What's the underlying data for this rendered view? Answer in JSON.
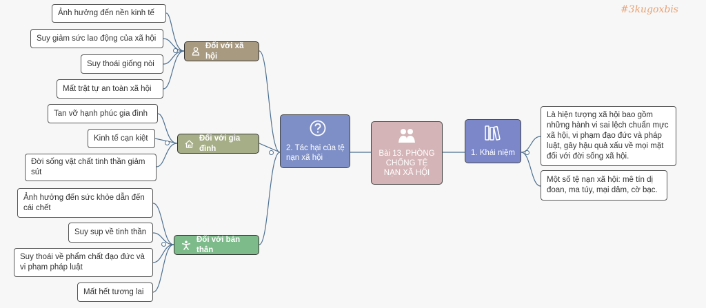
{
  "watermark": "#3kugoxbis",
  "root": {
    "label": "Bài 13. PHÒNG CHỐNG TỆ NẠN XÃ HỘI",
    "icon": "people-icon",
    "color": "#d4b4b6"
  },
  "concept": {
    "label": "1. Khái niệm",
    "icon": "books-icon",
    "color": "#7b87c9",
    "items": [
      "Là hiện tượng xã hội bao gồm những hành vi sai lệch chuẩn mực xã hội, vi phạm đạo đức và pháp luật, gây hậu quả xấu về mọi mặt đối với đời sống xã hội.",
      "Một số tệ nạn xã hội: mê tín dị đoan, ma túy, mại dâm, cờ bạc."
    ]
  },
  "harm": {
    "label": "2. Tác hại của tệ nạn xã hội",
    "icon": "question-icon",
    "color": "#7e8fc7",
    "groups": [
      {
        "label": "Đối với xã hội",
        "icon": "person-icon",
        "color": "#a89a80",
        "items": [
          "Ảnh hưởng đến nền kinh tế",
          "Suy giảm sức lao động của xã hội",
          "Suy thoái giống nòi",
          "Mất trật tự an toàn xã hội"
        ]
      },
      {
        "label": "Đối với gia đình",
        "icon": "home-icon",
        "color": "#a6ae88",
        "items": [
          "Tan vỡ hạnh phúc gia đình",
          "Kinh tế cạn kiệt",
          "Đời sống vật chất tinh thần giảm sút"
        ]
      },
      {
        "label": "Đối với bản thân",
        "icon": "figure-icon",
        "color": "#7dbb8a",
        "items": [
          "Ảnh hưởng đến sức khỏe dẫn đến cái chết",
          "Suy sụp về tinh thần",
          "Suy thoái về phẩm chất đạo đức và vi phạm pháp luật",
          "Mất hết tương lai"
        ]
      }
    ]
  }
}
